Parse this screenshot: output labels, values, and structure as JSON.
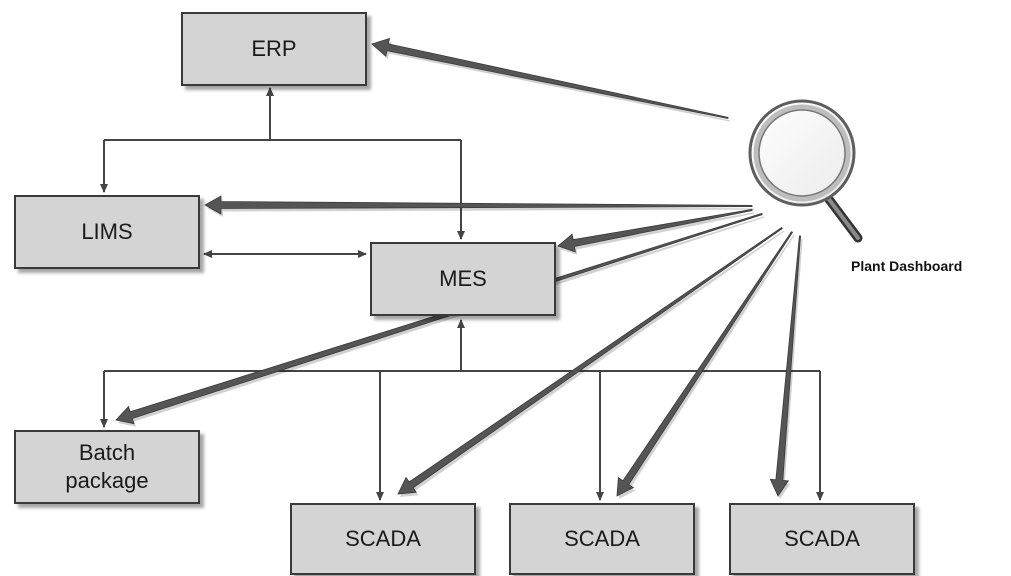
{
  "nodes": {
    "erp": "ERP",
    "lims": "LIMS",
    "mes": "MES",
    "batch": "Batch\npackage",
    "scada_1": "SCADA",
    "scada_2": "SCADA",
    "scada_3": "SCADA"
  },
  "dashboard": {
    "label": "Plant Dashboard",
    "icon": "magnifier-icon"
  },
  "connections": [
    {
      "from": "lims",
      "to": "erp"
    },
    {
      "from": "mes",
      "to": "erp"
    },
    {
      "from": "lims",
      "to": "mes",
      "bidirectional": true
    },
    {
      "from": "batch",
      "to": "mes"
    },
    {
      "from": "scada_1",
      "to": "mes"
    },
    {
      "from": "scada_2",
      "to": "mes"
    },
    {
      "from": "scada_3",
      "to": "mes"
    }
  ],
  "dashboard_links": [
    "erp",
    "lims",
    "mes",
    "batch",
    "scada_1",
    "scada_2",
    "scada_3"
  ],
  "colors": {
    "box_fill": "#d4d4d4",
    "box_border": "#3a3a3a",
    "line": "#444444",
    "dashboard_arrow": "#555555"
  }
}
